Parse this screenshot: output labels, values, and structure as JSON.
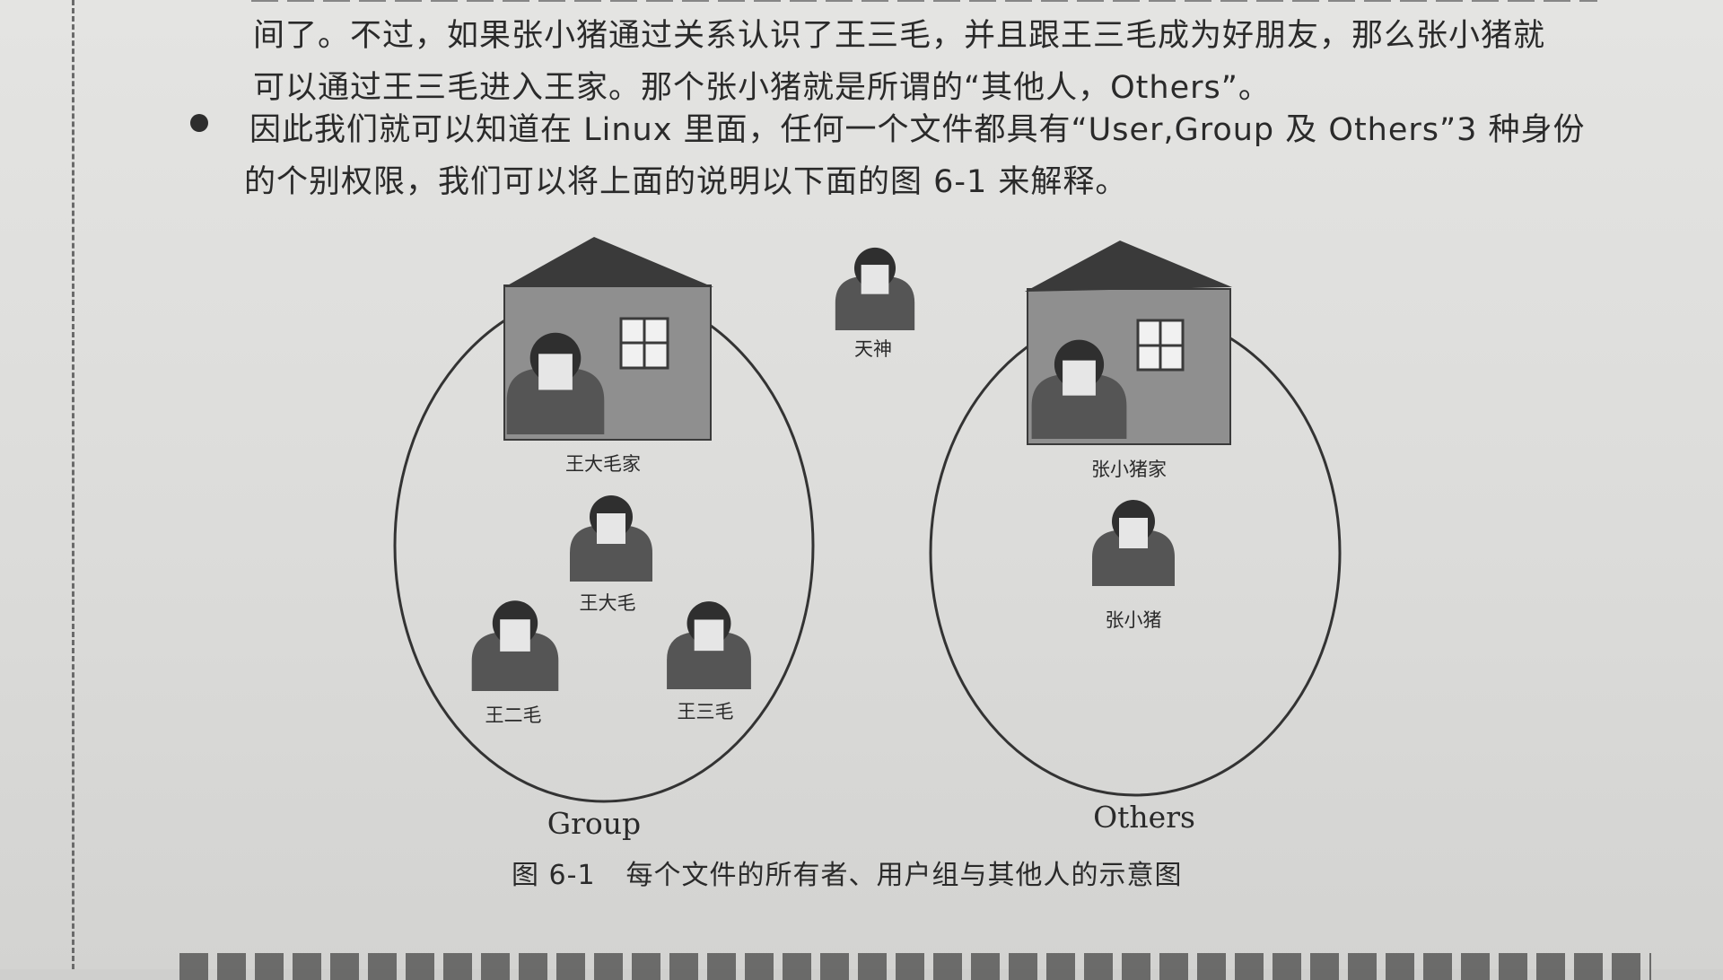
{
  "text": {
    "line_1": "间了。不过，如果张小猪通过关系认识了王三毛，并且跟王三毛成为好朋友，那么张小猪就",
    "line_2": "可以通过王三毛进入王家。那个张小猪就是所谓的“其他人，Others”。",
    "bullet_line_1": "因此我们就可以知道在 Linux 里面，任何一个文件都具有“User,Group 及 Others”3 种身份",
    "bullet_line_2": "的个别权限，我们可以将上面的说明以下面的图 6-1 来解释。"
  },
  "figure": {
    "group_label": "Group",
    "others_label": "Others",
    "house_left_label": "王大毛家",
    "house_right_label": "张小猪家",
    "god_label": "天神",
    "person_wang_da_mao": "王大毛",
    "person_wang_er_mao": "王二毛",
    "person_wang_san_mao": "王三毛",
    "person_zhang_xiao_zhu": "张小猪"
  },
  "caption": {
    "number": "图 6-1",
    "text": "每个文件的所有者、用户组与其他人的示意图"
  },
  "colors": {
    "roof": "#3a3a3a",
    "house_wall": "#8f8f8f",
    "person": "#555555",
    "face": "#e6e6e6",
    "ink": "#2a2a2a"
  }
}
